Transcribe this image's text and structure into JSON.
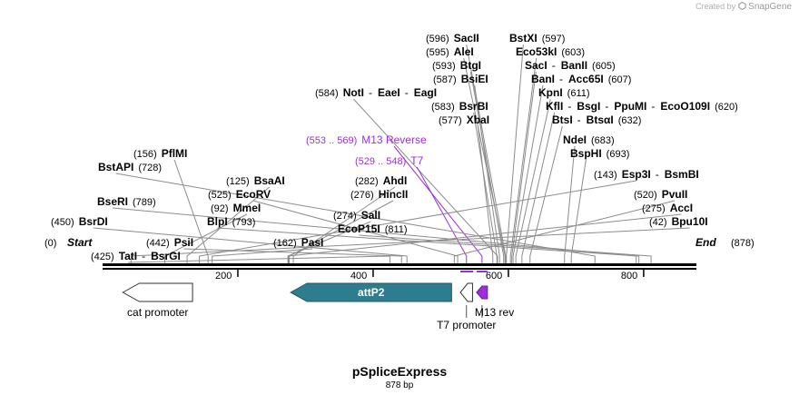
{
  "credit": {
    "prefix": "Created by",
    "brand": "SnapGene",
    "logo_icon": "snapgene-logo-icon"
  },
  "plasmid": {
    "name": "pSpliceExpress",
    "size_label": "878 bp",
    "length": 878
  },
  "colors": {
    "backbone": "#000000",
    "enzyme_line": "#8c8c8c",
    "primer": "#9b30d9",
    "attP2": "#2e7d8e",
    "feature_outline": "#333333"
  },
  "ends": {
    "start_pos": "(0)",
    "start_label": "Start",
    "end_label": "End",
    "end_pos": "(878)"
  },
  "ruler": [
    {
      "value": 200,
      "label": "200"
    },
    {
      "value": 400,
      "label": "400"
    },
    {
      "value": 600,
      "label": "600"
    },
    {
      "value": 800,
      "label": "800"
    }
  ],
  "enzyme_groups": [
    {
      "row": 0,
      "anchor": "left",
      "segs": [
        {
          "t": "(596)",
          "cls": "pos"
        },
        {
          "t": "SacII",
          "cls": "name",
          "site": 596
        }
      ]
    },
    {
      "row": 0,
      "anchor": "left",
      "segs": [
        {
          "t": "BstXI",
          "cls": "name",
          "site": 597
        },
        {
          "t": "(597)",
          "cls": "pos"
        }
      ]
    },
    {
      "row": 1,
      "anchor": "left",
      "segs": [
        {
          "t": "(595)",
          "cls": "pos"
        },
        {
          "t": "AleI",
          "cls": "name",
          "site": 595
        }
      ]
    },
    {
      "row": 1,
      "anchor": "left",
      "segs": [
        {
          "t": "Eco53kI",
          "cls": "name",
          "site": 603
        },
        {
          "t": "(603)",
          "cls": "pos"
        }
      ]
    },
    {
      "row": 2,
      "anchor": "left",
      "segs": [
        {
          "t": "(593)",
          "cls": "pos"
        },
        {
          "t": "BtgI",
          "cls": "name",
          "site": 593
        }
      ]
    },
    {
      "row": 2,
      "anchor": "left",
      "segs": [
        {
          "t": "SacI",
          "cls": "name",
          "site": 605
        },
        {
          "t": "-",
          "cls": "dash"
        },
        {
          "t": "BanII",
          "cls": "name",
          "site": 605
        },
        {
          "t": "(605)",
          "cls": "pos"
        }
      ]
    },
    {
      "row": 3,
      "anchor": "left",
      "segs": [
        {
          "t": "(587)",
          "cls": "pos"
        },
        {
          "t": "BsiEI",
          "cls": "name",
          "site": 587
        }
      ]
    },
    {
      "row": 3,
      "anchor": "left",
      "segs": [
        {
          "t": "BanI",
          "cls": "name",
          "site": 607
        },
        {
          "t": "-",
          "cls": "dash"
        },
        {
          "t": "Acc65I",
          "cls": "name",
          "site": 607
        },
        {
          "t": "(607)",
          "cls": "pos"
        }
      ]
    },
    {
      "row": 4,
      "anchor": "left",
      "segs": [
        {
          "t": "(584)",
          "cls": "pos"
        },
        {
          "t": "NotI",
          "cls": "name",
          "site": 584
        },
        {
          "t": "-",
          "cls": "dash"
        },
        {
          "t": "EaeI",
          "cls": "name",
          "site": 584
        },
        {
          "t": "-",
          "cls": "dash"
        },
        {
          "t": "EagI",
          "cls": "name",
          "site": 584
        }
      ]
    },
    {
      "row": 4,
      "anchor": "left",
      "segs": [
        {
          "t": "KpnI",
          "cls": "name",
          "site": 611
        },
        {
          "t": "(611)",
          "cls": "pos"
        }
      ]
    },
    {
      "row": 5,
      "anchor": "left",
      "segs": [
        {
          "t": "(583)",
          "cls": "pos"
        },
        {
          "t": "BsrBI",
          "cls": "name",
          "site": 583
        }
      ]
    },
    {
      "row": 5,
      "anchor": "left",
      "segs": [
        {
          "t": "KflI",
          "cls": "name",
          "site": 620
        },
        {
          "t": "-",
          "cls": "dash"
        },
        {
          "t": "BsgI",
          "cls": "name",
          "site": 620
        },
        {
          "t": "-",
          "cls": "dash"
        },
        {
          "t": "PpuMI",
          "cls": "name",
          "site": 620
        },
        {
          "t": "-",
          "cls": "dash"
        },
        {
          "t": "EcoO109I",
          "cls": "name",
          "site": 620
        },
        {
          "t": "(620)",
          "cls": "pos"
        }
      ]
    },
    {
      "row": 6,
      "anchor": "left",
      "segs": [
        {
          "t": "(577)",
          "cls": "pos"
        },
        {
          "t": "XbaI",
          "cls": "name",
          "site": 577
        }
      ]
    },
    {
      "row": 6,
      "anchor": "left",
      "segs": [
        {
          "t": "BtsI",
          "cls": "name",
          "site": 632
        },
        {
          "t": "-",
          "cls": "dash"
        },
        {
          "t": "BtsαI",
          "cls": "name",
          "site": 632
        },
        {
          "t": "(632)",
          "cls": "pos"
        }
      ]
    },
    {
      "row": 7,
      "anchor": "left",
      "segs": [
        {
          "t": "(553 .. 569)",
          "cls": "ppos"
        },
        {
          "t": "M13 Reverse",
          "cls": "pname",
          "site": 561
        }
      ]
    },
    {
      "row": 7,
      "anchor": "left",
      "segs": [
        {
          "t": "NdeI",
          "cls": "name",
          "site": 683
        },
        {
          "t": "(683)",
          "cls": "pos"
        }
      ]
    },
    {
      "row": 8,
      "anchor": "left",
      "segs": [
        {
          "t": "BspHI",
          "cls": "name",
          "site": 693
        },
        {
          "t": "(693)",
          "cls": "pos"
        }
      ]
    },
    {
      "row": 9,
      "anchor": "left",
      "segs": [
        {
          "t": "(529 .. 548)",
          "cls": "ppos"
        },
        {
          "t": "T7",
          "cls": "pname",
          "site": 538
        }
      ]
    },
    {
      "row": 9,
      "anchor": "left",
      "segs": [
        {
          "t": "(156)",
          "cls": "pos"
        },
        {
          "t": "PflMI",
          "cls": "name",
          "site": 156
        }
      ]
    },
    {
      "row": 10,
      "anchor": "left",
      "segs": [
        {
          "t": "(143)",
          "cls": "pos"
        },
        {
          "t": "Esp3I",
          "cls": "name",
          "site": 143
        },
        {
          "t": "-",
          "cls": "dash"
        },
        {
          "t": "BsmBI",
          "cls": "name",
          "site": 143
        }
      ]
    },
    {
      "row": 10,
      "anchor": "left",
      "segs": [
        {
          "t": "BstAPI",
          "cls": "name",
          "site": 728
        },
        {
          "t": "(728)",
          "cls": "pos"
        }
      ]
    },
    {
      "row": 11,
      "anchor": "left",
      "segs": [
        {
          "t": "(125)",
          "cls": "pos"
        },
        {
          "t": "BsaAI",
          "cls": "name",
          "site": 125
        }
      ]
    },
    {
      "row": 11,
      "anchor": "left",
      "segs": [
        {
          "t": "(282)",
          "cls": "pos"
        },
        {
          "t": "AhdI",
          "cls": "name",
          "site": 282
        }
      ]
    },
    {
      "row": 11,
      "anchor": "left",
      "segs": [
        {
          "t": "(525)",
          "cls": "pos"
        },
        {
          "t": "EcoRV",
          "cls": "name",
          "site": 525
        }
      ]
    },
    {
      "row": 12,
      "anchor": "left",
      "segs": [
        {
          "t": "(276)",
          "cls": "pos"
        },
        {
          "t": "HincII",
          "cls": "name",
          "site": 276
        }
      ]
    },
    {
      "row": 12,
      "anchor": "left",
      "segs": [
        {
          "t": "(520)",
          "cls": "pos"
        },
        {
          "t": "PvuII",
          "cls": "name",
          "site": 520
        }
      ]
    },
    {
      "row": 12,
      "anchor": "left",
      "segs": [
        {
          "t": "BseRI",
          "cls": "name",
          "site": 789
        },
        {
          "t": "(789)",
          "cls": "pos"
        }
      ]
    },
    {
      "row": 13,
      "anchor": "left",
      "segs": [
        {
          "t": "(92)",
          "cls": "pos"
        },
        {
          "t": "MmeI",
          "cls": "name",
          "site": 92
        }
      ]
    },
    {
      "row": 13,
      "anchor": "left",
      "segs": [
        {
          "t": "(275)",
          "cls": "pos"
        },
        {
          "t": "AccI",
          "cls": "name",
          "site": 275
        }
      ]
    },
    {
      "row": 13,
      "anchor": "left",
      "segs": [
        {
          "t": "BlpI",
          "cls": "name",
          "site": 793
        },
        {
          "t": "(793)",
          "cls": "pos"
        }
      ]
    },
    {
      "row": 14,
      "anchor": "left",
      "segs": [
        {
          "t": "(274)",
          "cls": "pos"
        },
        {
          "t": "SalI",
          "cls": "name",
          "site": 274
        }
      ]
    },
    {
      "row": 14,
      "anchor": "left",
      "segs": [
        {
          "t": "(450)",
          "cls": "pos"
        },
        {
          "t": "BsrDI",
          "cls": "name",
          "site": 450
        }
      ]
    },
    {
      "row": 14,
      "anchor": "left",
      "segs": [
        {
          "t": "(42)",
          "cls": "pos"
        },
        {
          "t": "Bpu10I",
          "cls": "name",
          "site": 42
        }
      ]
    },
    {
      "row": 14,
      "anchor": "left",
      "segs": [
        {
          "t": "EcoP15I",
          "cls": "name",
          "site": 811
        },
        {
          "t": "(811)",
          "cls": "pos"
        }
      ]
    },
    {
      "row": 15,
      "anchor": "left",
      "segs": [
        {
          "t": "(442)",
          "cls": "pos"
        },
        {
          "t": "PsiI",
          "cls": "name",
          "site": 442
        }
      ]
    },
    {
      "row": 16,
      "anchor": "left",
      "segs": [
        {
          "t": "(162)",
          "cls": "pos"
        },
        {
          "t": "PasI",
          "cls": "name",
          "site": 162
        }
      ]
    },
    {
      "row": 16,
      "anchor": "left",
      "segs": [
        {
          "t": "(425)",
          "cls": "pos"
        },
        {
          "t": "TatI",
          "cls": "name",
          "site": 425
        },
        {
          "t": "-",
          "cls": "dash"
        },
        {
          "t": "BsrGI",
          "cls": "name",
          "site": 425
        }
      ]
    }
  ],
  "features": [
    {
      "name": "cat promoter",
      "start": 30,
      "end": 133,
      "direction": "reverse",
      "style": "outline"
    },
    {
      "name": "attP2",
      "start": 278,
      "end": 516,
      "direction": "reverse",
      "style": "filled",
      "show_inside": true
    },
    {
      "name": "T7 promoter",
      "start": 529,
      "end": 547,
      "direction": "reverse",
      "style": "outline"
    },
    {
      "name": "M13 rev",
      "start": 553,
      "end": 569,
      "direction": "reverse",
      "style": "primer"
    }
  ]
}
